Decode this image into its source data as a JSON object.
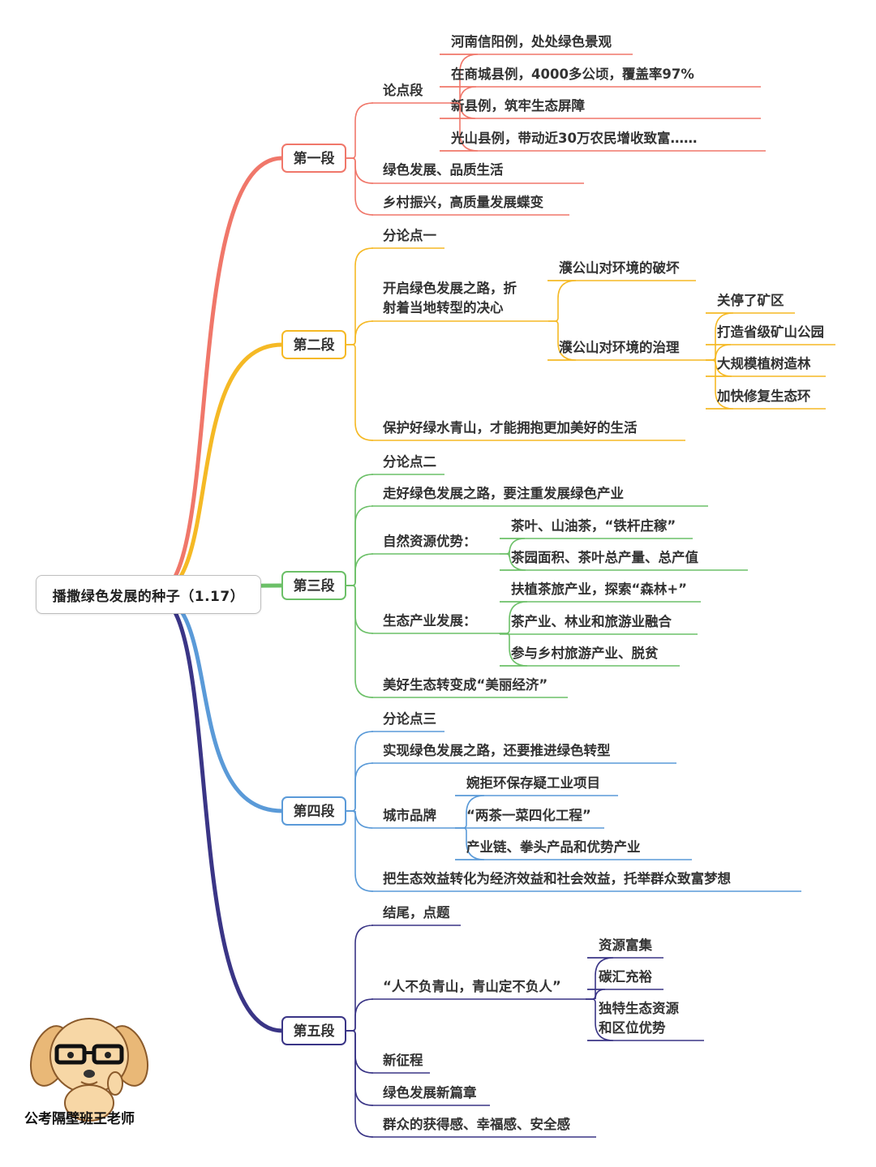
{
  "root": {
    "label": "播撒绿色发展的种子（1.17）"
  },
  "colors": {
    "seg1": "#f0776a",
    "seg2": "#f5b925",
    "seg3": "#6cc068",
    "seg4": "#5a9ad8",
    "seg5": "#3a3586"
  },
  "watermark": "公考隔壁班王老师",
  "segments": [
    {
      "label": "第一段",
      "children": [
        {
          "label": "论点段",
          "children": [
            {
              "label": "河南信阳例，处处绿色景观"
            },
            {
              "label": "在商城县例，4000多公顷，覆盖率97%"
            },
            {
              "label": "新县例，筑牢生态屏障"
            },
            {
              "label": "光山县例，带动近30万农民增收致富……"
            }
          ]
        },
        {
          "label": "绿色发展、品质生活"
        },
        {
          "label": "乡村振兴，高质量发展蝶变"
        }
      ]
    },
    {
      "label": "第二段",
      "children": [
        {
          "label": "分论点一"
        },
        {
          "label": "开启绿色发展之路，折",
          "label2": "射着当地转型的决心",
          "children": [
            {
              "label": "濮公山对环境的破坏"
            },
            {
              "label": "濮公山对环境的治理",
              "children": [
                {
                  "label": "关停了矿区"
                },
                {
                  "label": "打造省级矿山公园"
                },
                {
                  "label": "大规模植树造林"
                },
                {
                  "label": "加快修复生态环"
                }
              ]
            }
          ]
        },
        {
          "label": "保护好绿水青山，才能拥抱更加美好的生活"
        }
      ]
    },
    {
      "label": "第三段",
      "children": [
        {
          "label": "分论点二"
        },
        {
          "label": "走好绿色发展之路，要注重发展绿色产业"
        },
        {
          "label": "自然资源优势：",
          "children": [
            {
              "label": "茶叶、山油茶，“铁杆庄稼”"
            },
            {
              "label": "茶园面积、茶叶总产量、总产值"
            }
          ]
        },
        {
          "label": "生态产业发展：",
          "children": [
            {
              "label": "扶植茶旅产业，探索“森林+”"
            },
            {
              "label": "茶产业、林业和旅游业融合"
            },
            {
              "label": "参与乡村旅游产业、脱贫"
            }
          ]
        },
        {
          "label": "美好生态转变成“美丽经济”"
        }
      ]
    },
    {
      "label": "第四段",
      "children": [
        {
          "label": "分论点三"
        },
        {
          "label": "实现绿色发展之路，还要推进绿色转型"
        },
        {
          "label": "城市品牌",
          "children": [
            {
              "label": "婉拒环保存疑工业项目"
            },
            {
              "label": "“两茶一菜四化工程”"
            },
            {
              "label": "产业链、拳头产品和优势产业"
            }
          ]
        },
        {
          "label": "把生态效益转化为经济效益和社会效益，托举群众致富梦想"
        }
      ]
    },
    {
      "label": "第五段",
      "children": [
        {
          "label": "结尾，点题"
        },
        {
          "label": "“人不负青山，青山定不负人”",
          "children": [
            {
              "label": "资源富集"
            },
            {
              "label": "碳汇充裕"
            },
            {
              "label": "独特生态资源",
              "label2": "和区位优势"
            }
          ]
        },
        {
          "label": "新征程"
        },
        {
          "label": "绿色发展新篇章"
        },
        {
          "label": "群众的获得感、幸福感、安全感"
        }
      ]
    }
  ]
}
